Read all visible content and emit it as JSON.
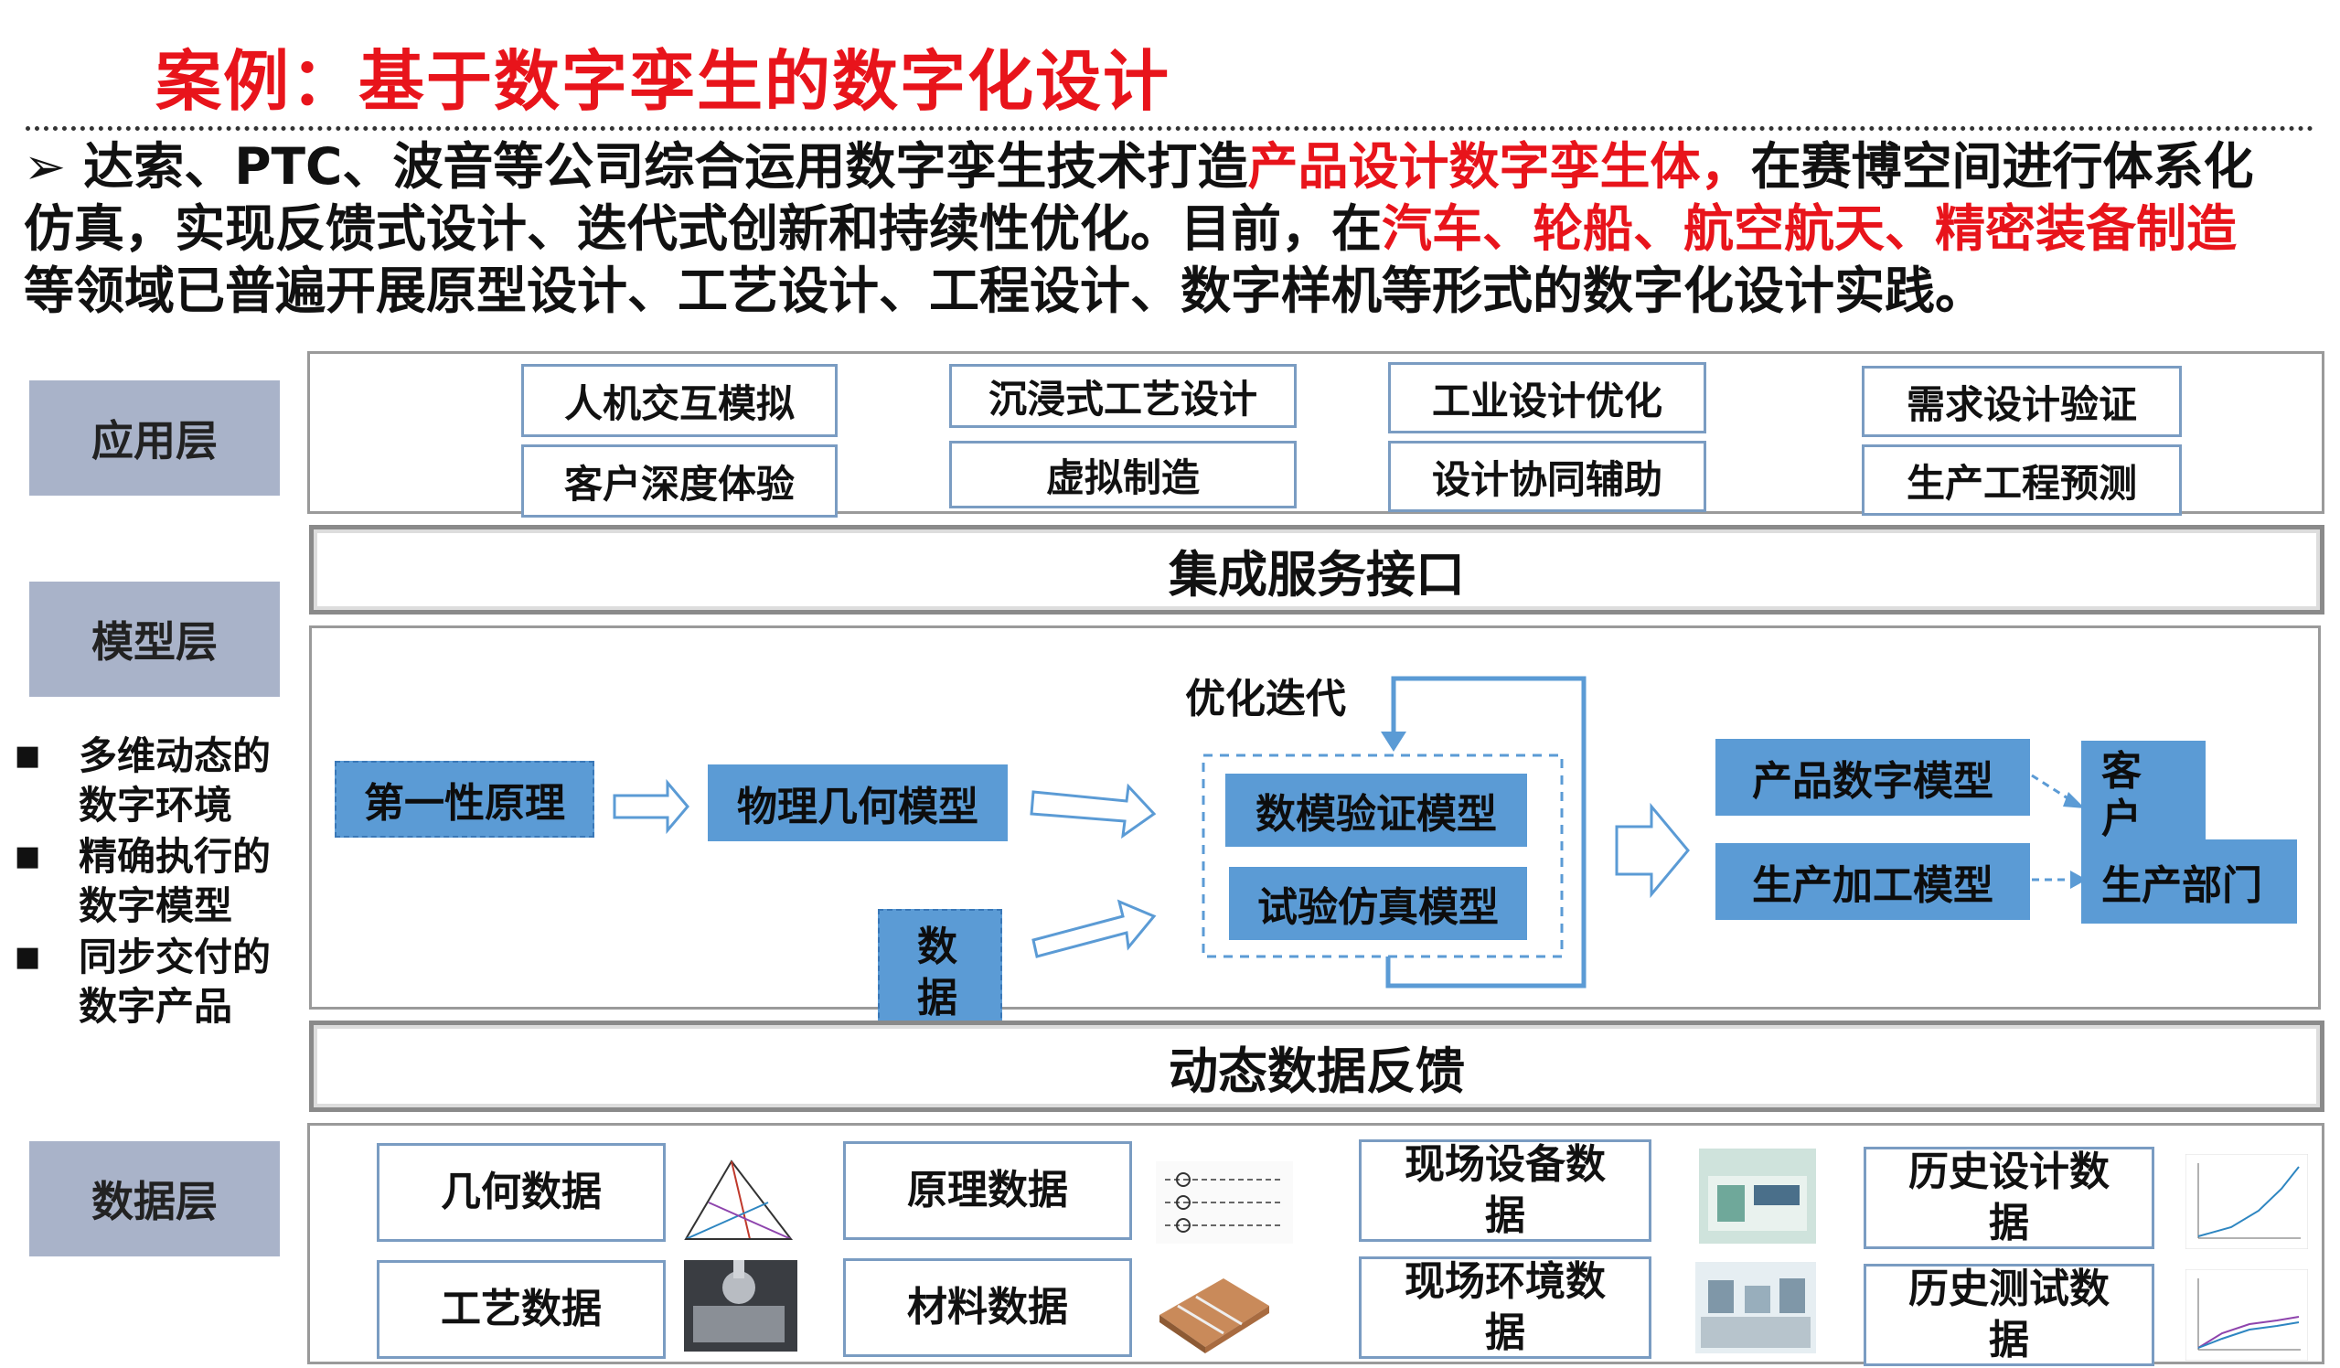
{
  "title": "案例：基于数字孪生的数字化设计",
  "intro": {
    "line1_pre": "➢ 达索、PTC、波音等公司综合运用数字孪生技术打造",
    "line1_hl": "产品设计数字孪生体，",
    "line1_post": "在赛博空间进行体系化",
    "line2_pre": "仿真，实现反馈式设计、迭代式创新和持续性优化。目前，在",
    "line2_hl": "汽车、轮船、航空航天、精密装备制造",
    "line3": "等领域已普遍开展原型设计、工艺设计、工程设计、数字样机等形式的数字化设计实践。"
  },
  "layers": {
    "app": "应用层",
    "model": "模型层",
    "data": "数据层"
  },
  "bullets": [
    "多维动态的数字环境",
    "精确执行的数字模型",
    "同步交付的数字产品"
  ],
  "app_items": [
    "人机交互模拟",
    "客户深度体验",
    "沉浸式工艺设计",
    "虚拟制造",
    "工业设计优化",
    "设计协同辅助",
    "需求设计验证",
    "生产工程预测"
  ],
  "integration_band": "集成服务接口",
  "feedback_band": "动态数据反馈",
  "model": {
    "first_principle": "第一性原理",
    "physical_geometry": "物理几何模型",
    "data": "数据",
    "iteration_label": "优化迭代",
    "validation": "数模验证模型",
    "simulation": "试验仿真模型",
    "product_digital": "产品数字模型",
    "production_process": "生产加工模型",
    "customer": "客户",
    "production_dept": "生产部门"
  },
  "data_items": [
    "几何数据",
    "工艺数据",
    "原理数据",
    "材料数据",
    "现场设备数据",
    "现场环境数据",
    "历史设计数据",
    "历史测试数据"
  ],
  "colors": {
    "accent_red": "#e8141b",
    "model_blue": "#5b9bd5",
    "layer_gray": "#a9b3c9"
  }
}
